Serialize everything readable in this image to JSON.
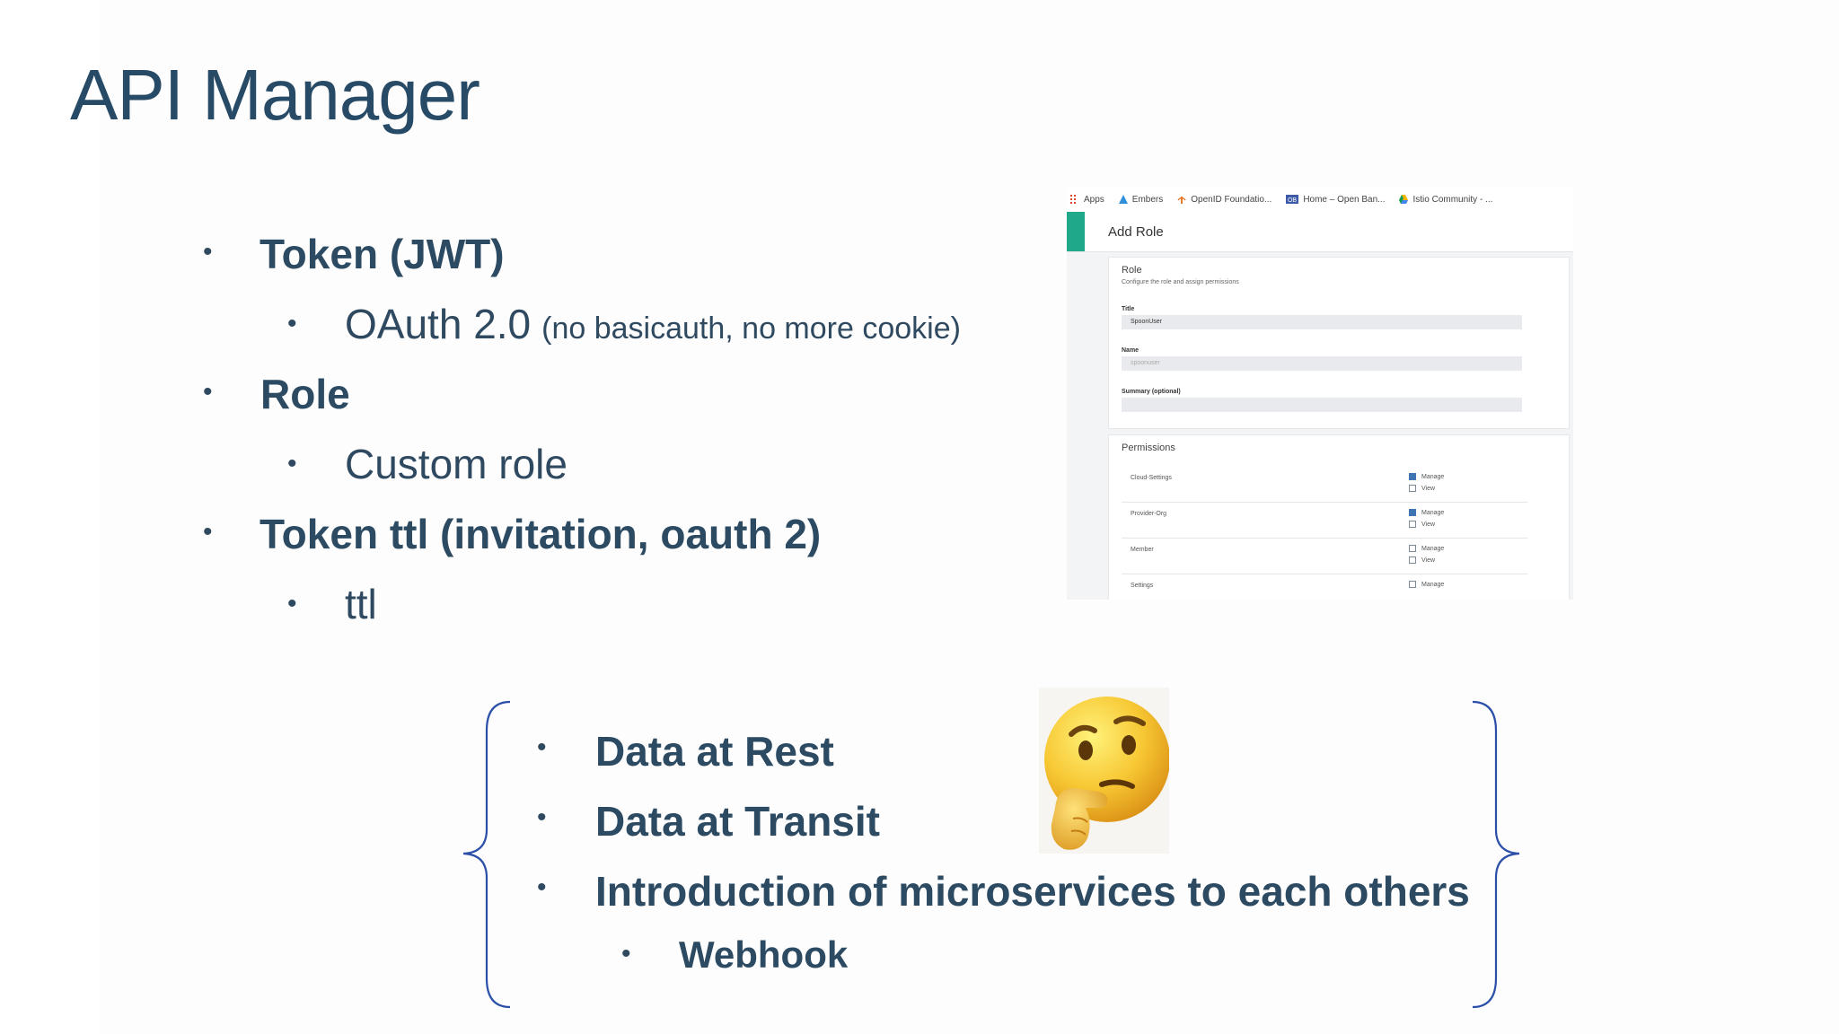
{
  "slide": {
    "title": "API Manager",
    "bullets": [
      {
        "text": "Token (JWT)"
      },
      {
        "text": "OAuth 2.0",
        "note": "(no basicauth, no more cookie)"
      },
      {
        "text": "Role"
      },
      {
        "text": "Custom role"
      },
      {
        "text": "Token ttl (invitation, oauth 2)"
      },
      {
        "text": "ttl"
      }
    ],
    "bullet_glyph": "•",
    "bottom_bullets": [
      {
        "text": "Data at Rest"
      },
      {
        "text": "Data at Transit"
      },
      {
        "text": "Introduction of microservices to each others"
      },
      {
        "text": "Webhook"
      }
    ]
  },
  "screenshot": {
    "bookmarks": [
      {
        "label": "Apps",
        "icon": "apps-grid-icon",
        "color": "#d9452b"
      },
      {
        "label": "Embers",
        "icon": "embers-icon",
        "color": "#2f8fd8"
      },
      {
        "label": "OpenID Foundatio...",
        "icon": "openid-icon",
        "color": "#e57b2d"
      },
      {
        "label": "Home – Open Ban...",
        "icon": "ob-icon",
        "color": "#3d5aa8"
      },
      {
        "label": "Istio Community - ...",
        "icon": "drive-icon",
        "color": "#f4b400"
      }
    ],
    "header_title": "Add Role",
    "role_card": {
      "heading": "Role",
      "subheading": "Configure the role and assign permissions",
      "title_label": "Title",
      "title_value": "SpoonUser",
      "name_label": "Name",
      "name_placeholder": "spoonuser",
      "summary_label": "Summary (optional)",
      "summary_value": ""
    },
    "permissions_card": {
      "heading": "Permissions",
      "rows": [
        {
          "name": "Cloud-Settings",
          "options": [
            {
              "label": "Manage",
              "checked": true
            },
            {
              "label": "View",
              "checked": false
            }
          ]
        },
        {
          "name": "Provider-Org",
          "options": [
            {
              "label": "Manage",
              "checked": true
            },
            {
              "label": "View",
              "checked": false
            }
          ]
        },
        {
          "name": "Member",
          "options": [
            {
              "label": "Manage",
              "checked": false
            },
            {
              "label": "View",
              "checked": false
            }
          ]
        },
        {
          "name": "Settings",
          "options": [
            {
              "label": "Manage",
              "checked": false
            }
          ]
        }
      ]
    },
    "accent_color": "#1fa88a",
    "check_color": "#3f74b3"
  },
  "colors": {
    "title": "#274a66",
    "text": "#2f4a60",
    "brace": "#2b4fa8"
  },
  "emoji": "thinking-face"
}
